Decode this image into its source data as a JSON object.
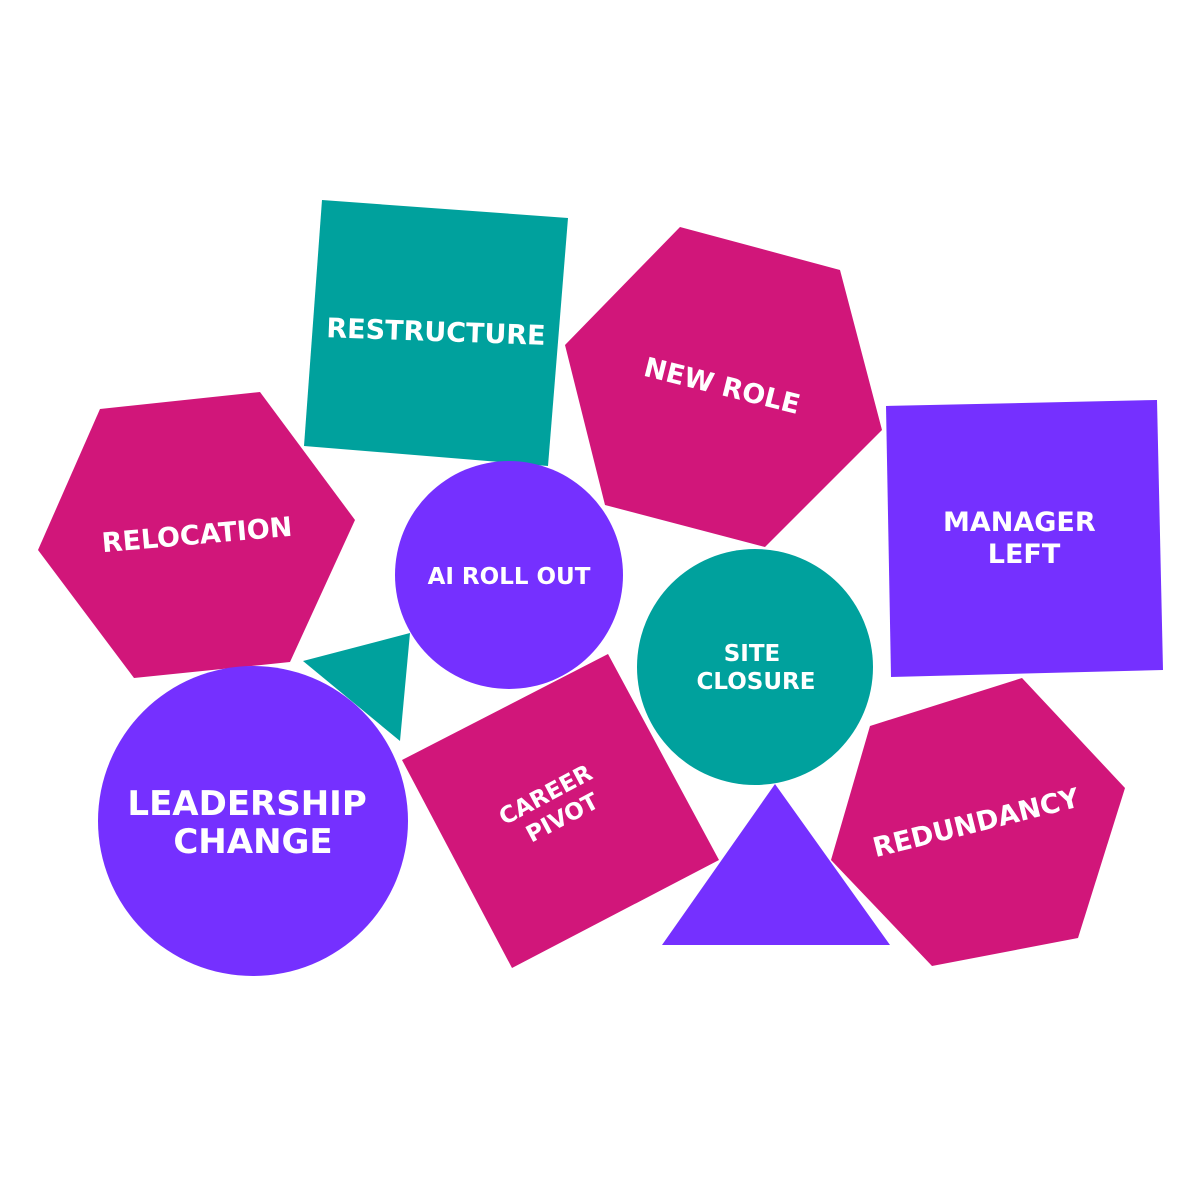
{
  "colors": {
    "magenta": "#D1167A",
    "teal": "#00A19D",
    "purple": "#7530FF",
    "text": "#FFFFFF",
    "background": "#FFFFFF"
  },
  "shapes": {
    "restructure": {
      "kind": "square",
      "color": "teal",
      "lines": [
        "RESTRUCTURE"
      ]
    },
    "new_role": {
      "kind": "hexagon",
      "color": "magenta",
      "lines": [
        "NEW ROLE"
      ]
    },
    "relocation": {
      "kind": "hexagon",
      "color": "magenta",
      "lines": [
        "RELOCATION"
      ]
    },
    "ai_roll_out": {
      "kind": "circle",
      "color": "purple",
      "lines": [
        "AI ROLL OUT"
      ]
    },
    "manager_left": {
      "kind": "square",
      "color": "purple",
      "lines": [
        "MANAGER",
        "LEFT"
      ]
    },
    "site_closure": {
      "kind": "circle",
      "color": "teal",
      "lines": [
        "SITE",
        "CLOSURE"
      ]
    },
    "leadership_change": {
      "kind": "circle",
      "color": "purple",
      "lines": [
        "LEADERSHIP",
        "CHANGE"
      ]
    },
    "career_pivot": {
      "kind": "square",
      "color": "magenta",
      "lines": [
        "CAREER",
        "PIVOT"
      ]
    },
    "redundancy": {
      "kind": "hexagon",
      "color": "magenta",
      "lines": [
        "REDUNDANCY"
      ]
    },
    "triangle_small": {
      "kind": "triangle",
      "color": "teal"
    },
    "triangle_large": {
      "kind": "triangle",
      "color": "purple"
    }
  }
}
